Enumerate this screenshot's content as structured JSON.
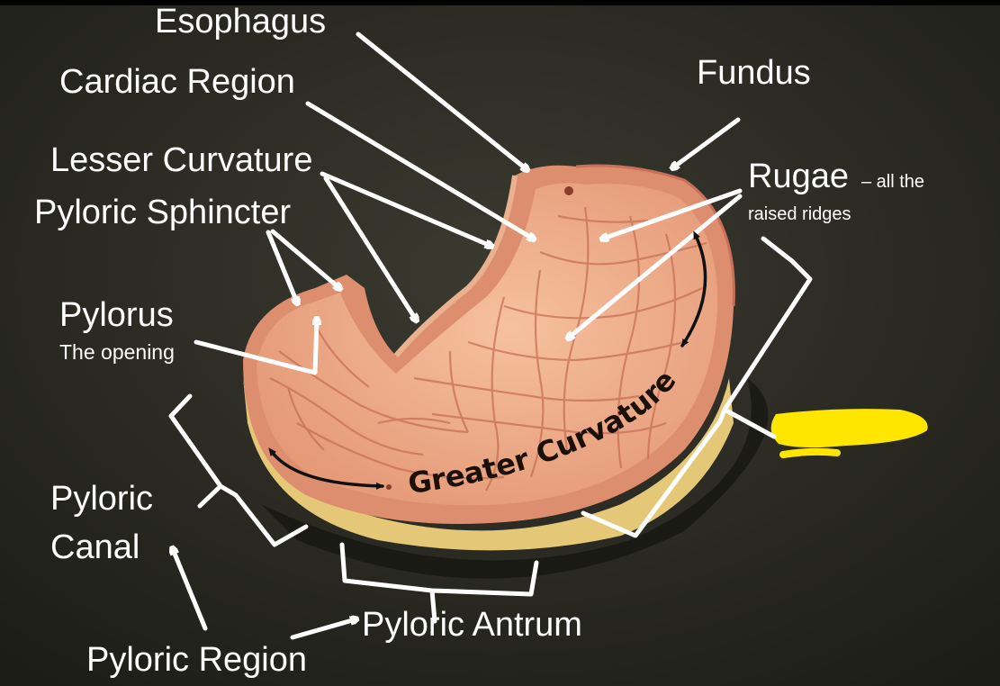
{
  "labels": {
    "esophagus": "Esophagus",
    "cardiac_region": "Cardiac Region",
    "fundus": "Fundus",
    "lesser_curvature": "Lesser Curvature",
    "pyloric_sphincter": "Pyloric Sphincter",
    "rugae": "Rugae",
    "rugae_note_1": "– all the",
    "rugae_note_2": "raised ridges",
    "pylorus": "Pylorus",
    "pylorus_note": "The opening",
    "pyloric_canal_1": "Pyloric",
    "pyloric_canal_2": "Canal",
    "pyloric_region": "Pyloric Region",
    "pyloric_antrum": "Pyloric Antrum",
    "greater_curvature": "Greater Curvature"
  },
  "colors": {
    "background": "#2a2a22",
    "stomach_outer": "#e7a27e",
    "stomach_inner": "#f0b08c",
    "stomach_wall_edge": "#d9856a",
    "stomach_base": "#e3c97a",
    "highlighter": "#ffe600"
  }
}
